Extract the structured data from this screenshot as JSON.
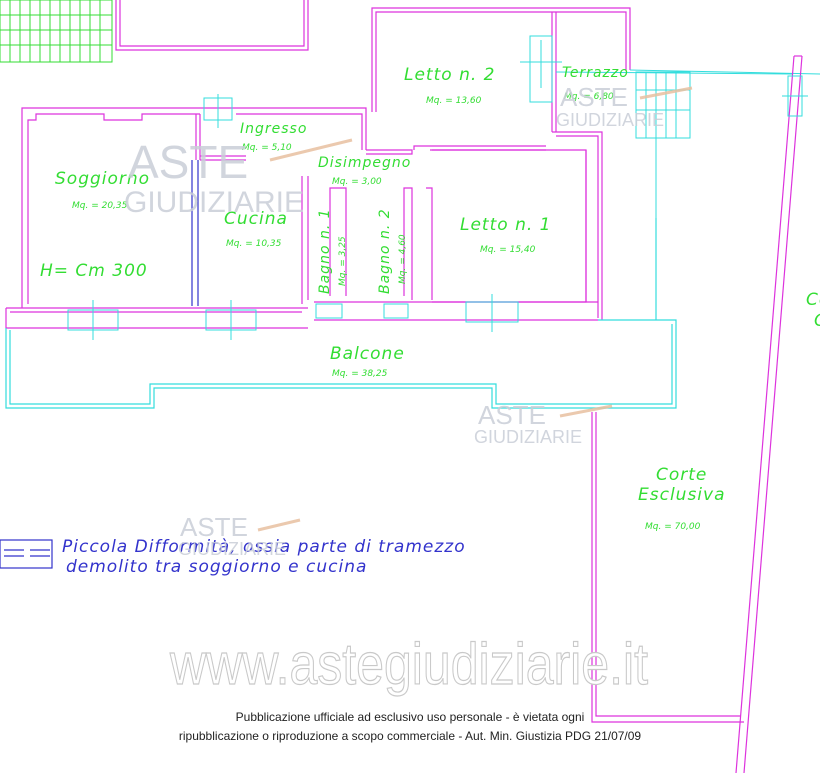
{
  "rooms": {
    "letto2": {
      "name": "Letto n. 2",
      "area": "Mq. = 13,60"
    },
    "terrazzo": {
      "name": "Terrazzo",
      "area": "Mq. = 6,80"
    },
    "ingresso": {
      "name": "Ingresso",
      "area": "Mq. = 5,10"
    },
    "disimpegno": {
      "name": "Disimpegno",
      "area": "Mq. = 3,00"
    },
    "soggiorno": {
      "name": "Soggiorno",
      "area": "Mq. = 20,35"
    },
    "cucina": {
      "name": "Cucina",
      "area": "Mq. = 10,35"
    },
    "bagno1": {
      "name": "Bagno n. 1",
      "area": "Mq. = 3,25"
    },
    "bagno2": {
      "name": "Bagno n. 2",
      "area": "Mq. = 4,60"
    },
    "letto1": {
      "name": "Letto n. 1",
      "area": "Mq. = 15,40"
    },
    "balcone": {
      "name": "Balcone",
      "area": "Mq. = 38,25"
    },
    "corte": {
      "name_line1": "Corte",
      "name_line2": "Esclusiva",
      "area": "Mq. = 70,00"
    }
  },
  "height_label": "H= Cm 300",
  "legend": {
    "line1": "Piccola Difformità, ossia parte di tramezzo",
    "line2": "demolito tra soggiorno e cucina"
  },
  "edge_partial": {
    "line1": "Co",
    "line2": "C"
  },
  "watermarks": {
    "aste": "ASTE",
    "giudiziarie": "GIUDIZIARIE",
    "site": "www.astegiudiziarie.it"
  },
  "footer": {
    "line1": "Pubblicazione ufficiale ad esclusivo uso personale - è vietata ogni",
    "line2": "ripubblicazione o riproduzione a scopo commerciale - Aut. Min. Giustizia PDG 21/07/09"
  },
  "colors": {
    "wall": "#dd33dd",
    "outline": "#33dddd",
    "text": "#33dd33",
    "legend": "#3333cc"
  }
}
